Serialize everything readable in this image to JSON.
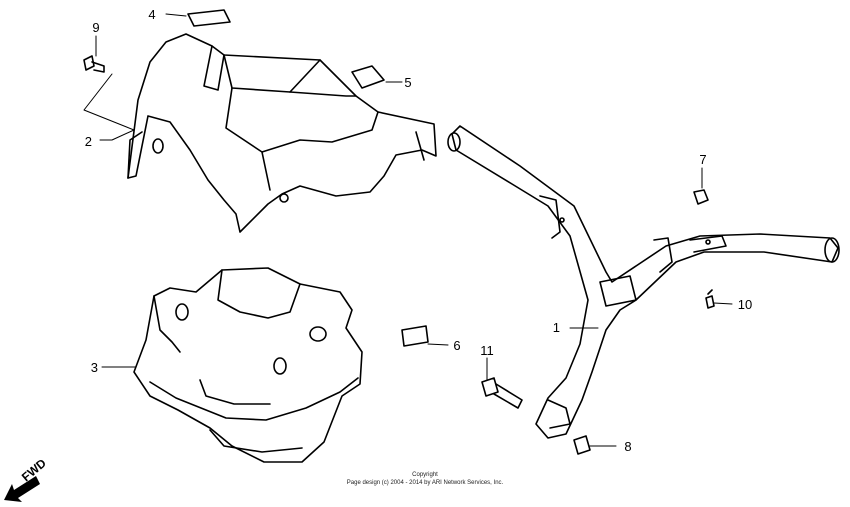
{
  "callouts": {
    "c1": "1",
    "c2": "2",
    "c3": "3",
    "c4": "4",
    "c5": "5",
    "c6": "6",
    "c7": "7",
    "c8": "8",
    "c9": "9",
    "c10": "10",
    "c11": "11"
  },
  "direction_label": "FWD",
  "copyright": {
    "line1": "Copyright",
    "line2": "Page design (c) 2004 - 2014 by ARI Network Services, Inc."
  }
}
